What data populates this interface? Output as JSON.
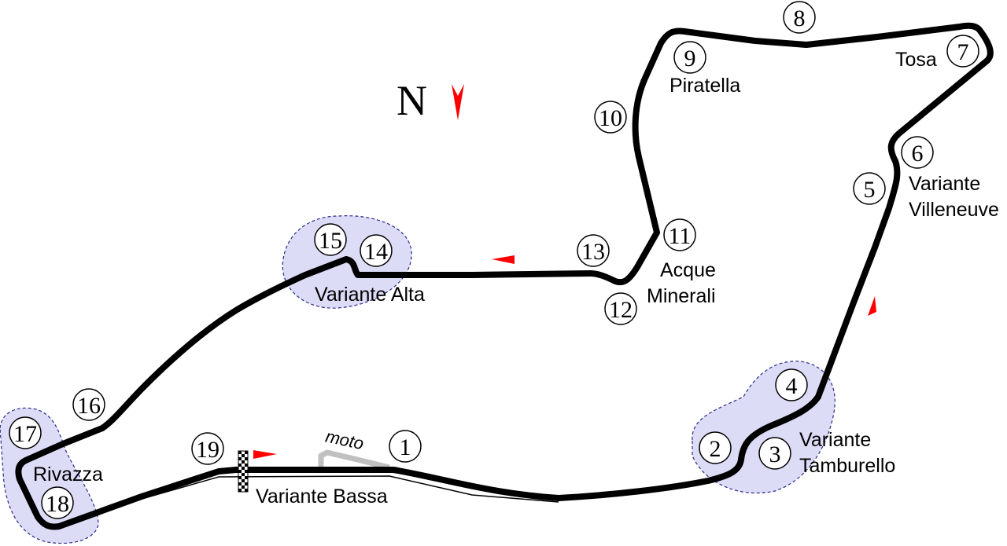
{
  "compass": {
    "letter": "N"
  },
  "corners": [
    {
      "n": "1"
    },
    {
      "n": "2"
    },
    {
      "n": "3"
    },
    {
      "n": "4"
    },
    {
      "n": "5"
    },
    {
      "n": "6"
    },
    {
      "n": "7"
    },
    {
      "n": "8"
    },
    {
      "n": "9"
    },
    {
      "n": "10"
    },
    {
      "n": "11"
    },
    {
      "n": "12"
    },
    {
      "n": "13"
    },
    {
      "n": "14"
    },
    {
      "n": "15"
    },
    {
      "n": "16"
    },
    {
      "n": "17"
    },
    {
      "n": "18"
    },
    {
      "n": "19"
    }
  ],
  "labels": {
    "piratella": "Piratella",
    "tosa": "Tosa",
    "variante_villeneuve": [
      "Variante",
      "Villeneuve"
    ],
    "acque_minerali": [
      "Acque",
      "Minerali"
    ],
    "variante_alta": "Variante Alta",
    "variante_tamburello": [
      "Variante",
      "Tamburello"
    ],
    "rivazza": "Rivazza",
    "variante_bassa": "Variante Bassa",
    "moto": "moto"
  },
  "colors": {
    "track": "#000000",
    "direction_arrow": "#ff0000",
    "chicane_zone_fill": "#dcdcf7",
    "chicane_zone_border": "#2a2a8a",
    "moto_variant": "#c0c0c0"
  }
}
